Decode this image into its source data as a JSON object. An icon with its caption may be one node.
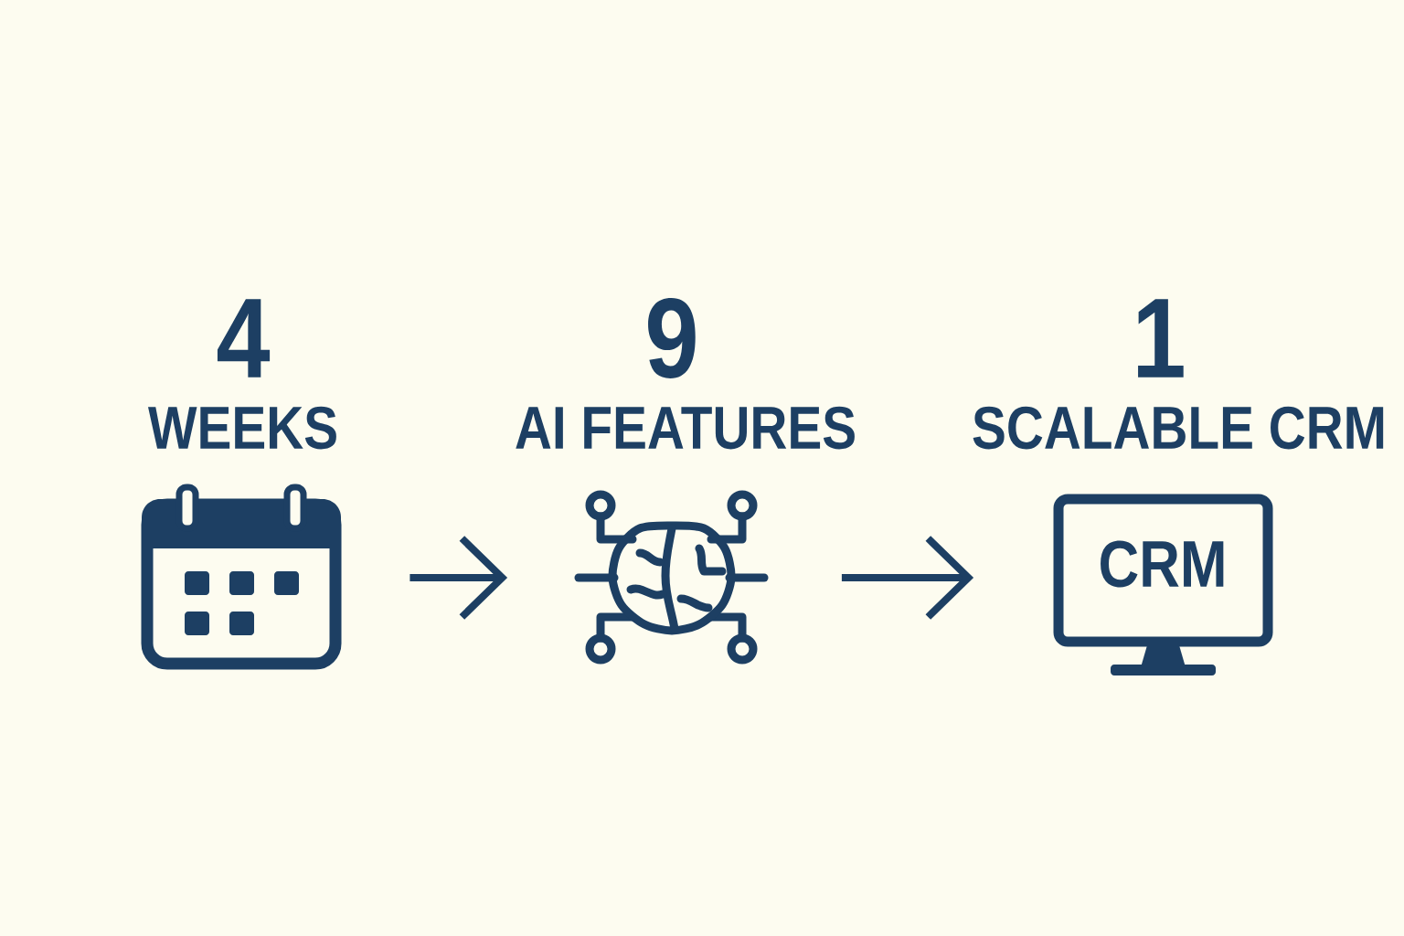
{
  "diagram": {
    "nodes": [
      {
        "text": [
          "4",
          "WEEKS"
        ]
      },
      {
        "text": [
          "9",
          "AI FEATURES"
        ]
      },
      {
        "text": [
          "1",
          "SCALABLE CRM",
          "CRM"
        ]
      }
    ],
    "edges": [
      {
        "from": 0,
        "to": 1,
        "arrow": "to"
      },
      {
        "from": 1,
        "to": 2,
        "arrow": "to"
      }
    ]
  }
}
